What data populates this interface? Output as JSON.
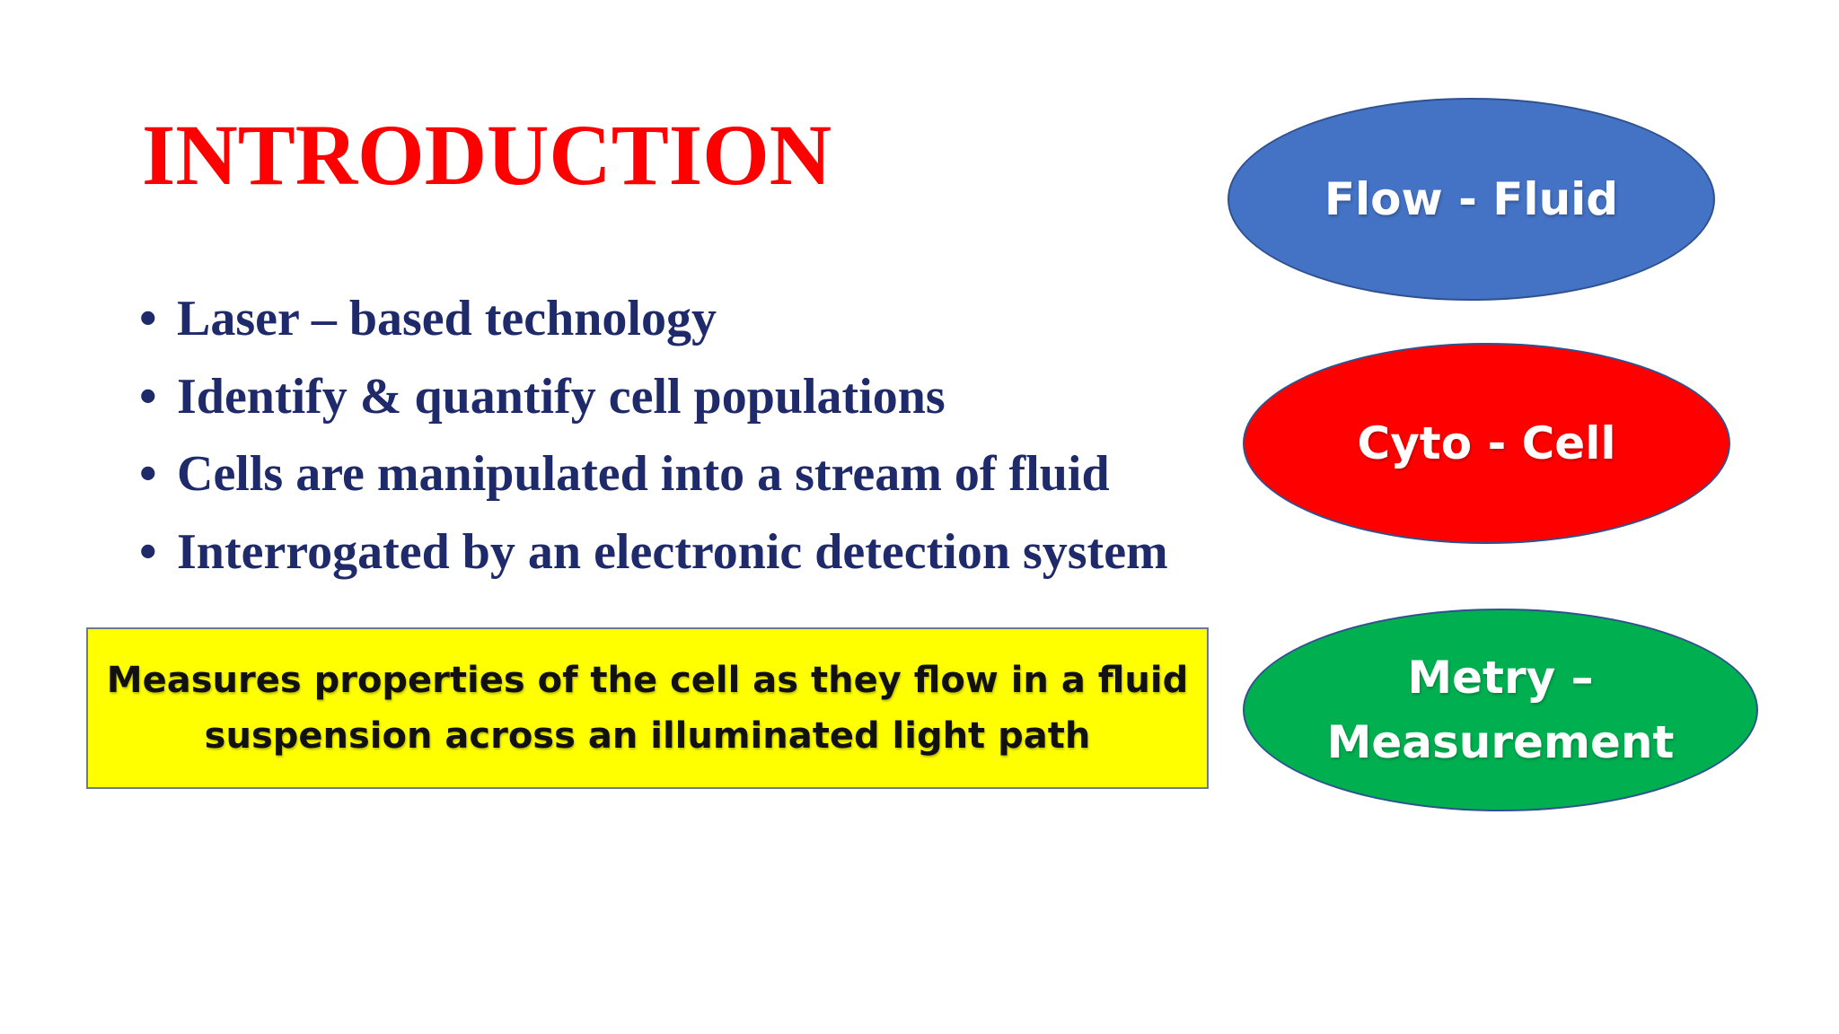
{
  "slide": {
    "title": "INTRODUCTION",
    "bullets": [
      "Laser – based technology",
      "Identify & quantify cell populations",
      "Cells are manipulated into a stream of fluid",
      "Interrogated by an electronic detection system"
    ],
    "bullet_symbol": "•",
    "callout": {
      "text": "Measures properties of the cell as they flow in a fluid suspension across an illuminated light path"
    },
    "ovals": [
      {
        "label": "Flow - Fluid"
      },
      {
        "label": "Cyto - Cell"
      },
      {
        "label": "Metry –\nMeasurement"
      }
    ]
  },
  "colors": {
    "title": "#ff0000",
    "bullet_text": "#1f2a6b",
    "callout_fill": "#ffff00",
    "oval_flow": "#4472c4",
    "oval_cyto": "#ff0000",
    "oval_metry": "#00b050",
    "oval_text": "#ffffff"
  }
}
